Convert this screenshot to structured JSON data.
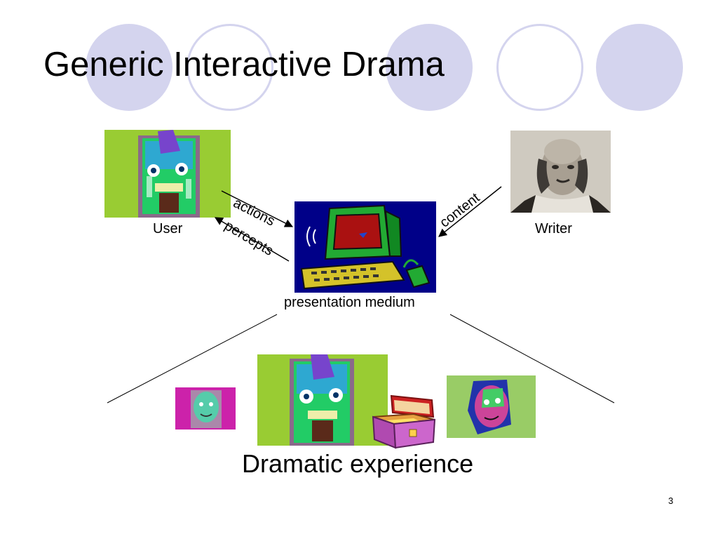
{
  "slide": {
    "title": "Generic Interactive Drama",
    "page_number": "3"
  },
  "diagram": {
    "user_label": "User",
    "writer_label": "Writer",
    "medium_label": "presentation medium",
    "actions_label": "actions",
    "percepts_label": "percepts",
    "content_label": "content",
    "experience_label": "Dramatic experience"
  },
  "colors": {
    "decor_circle": "#d4d4ee",
    "user_bg": "#99cc33",
    "medium_bg": "#000088"
  }
}
